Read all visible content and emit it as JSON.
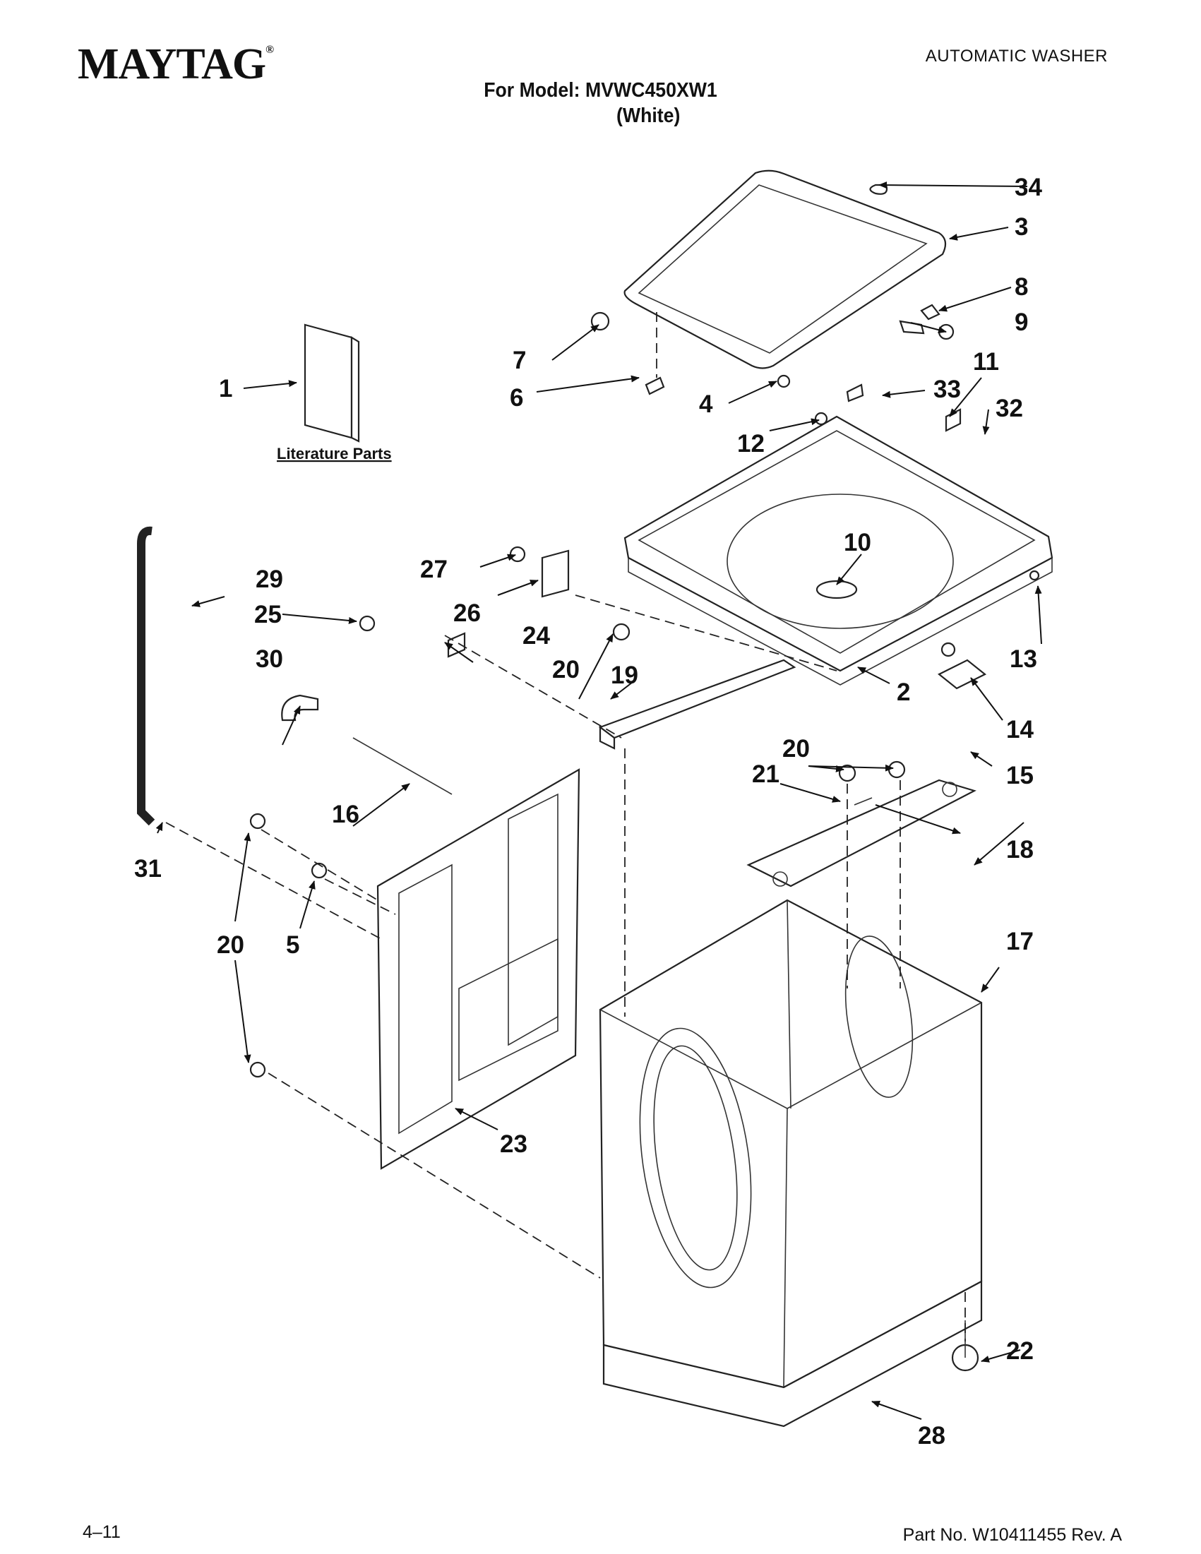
{
  "header": {
    "brand": "MAYTAG",
    "brand_mark": "®",
    "doc_type": "AUTOMATIC WASHER",
    "model_line": "For Model: MVWC450XW1",
    "model_color": "(White)"
  },
  "footer": {
    "date_code": "4–11",
    "part_number": "Part No. W10411455 Rev. A"
  },
  "diagram": {
    "literature_label": "Literature Parts",
    "callouts": [
      "1",
      "2",
      "3",
      "4",
      "5",
      "6",
      "7",
      "8",
      "9",
      "10",
      "11",
      "12",
      "13",
      "14",
      "15",
      "16",
      "17",
      "18",
      "19",
      "20",
      "21",
      "22",
      "23",
      "24",
      "25",
      "26",
      "27",
      "28",
      "29",
      "30",
      "31",
      "32",
      "33",
      "34"
    ]
  }
}
